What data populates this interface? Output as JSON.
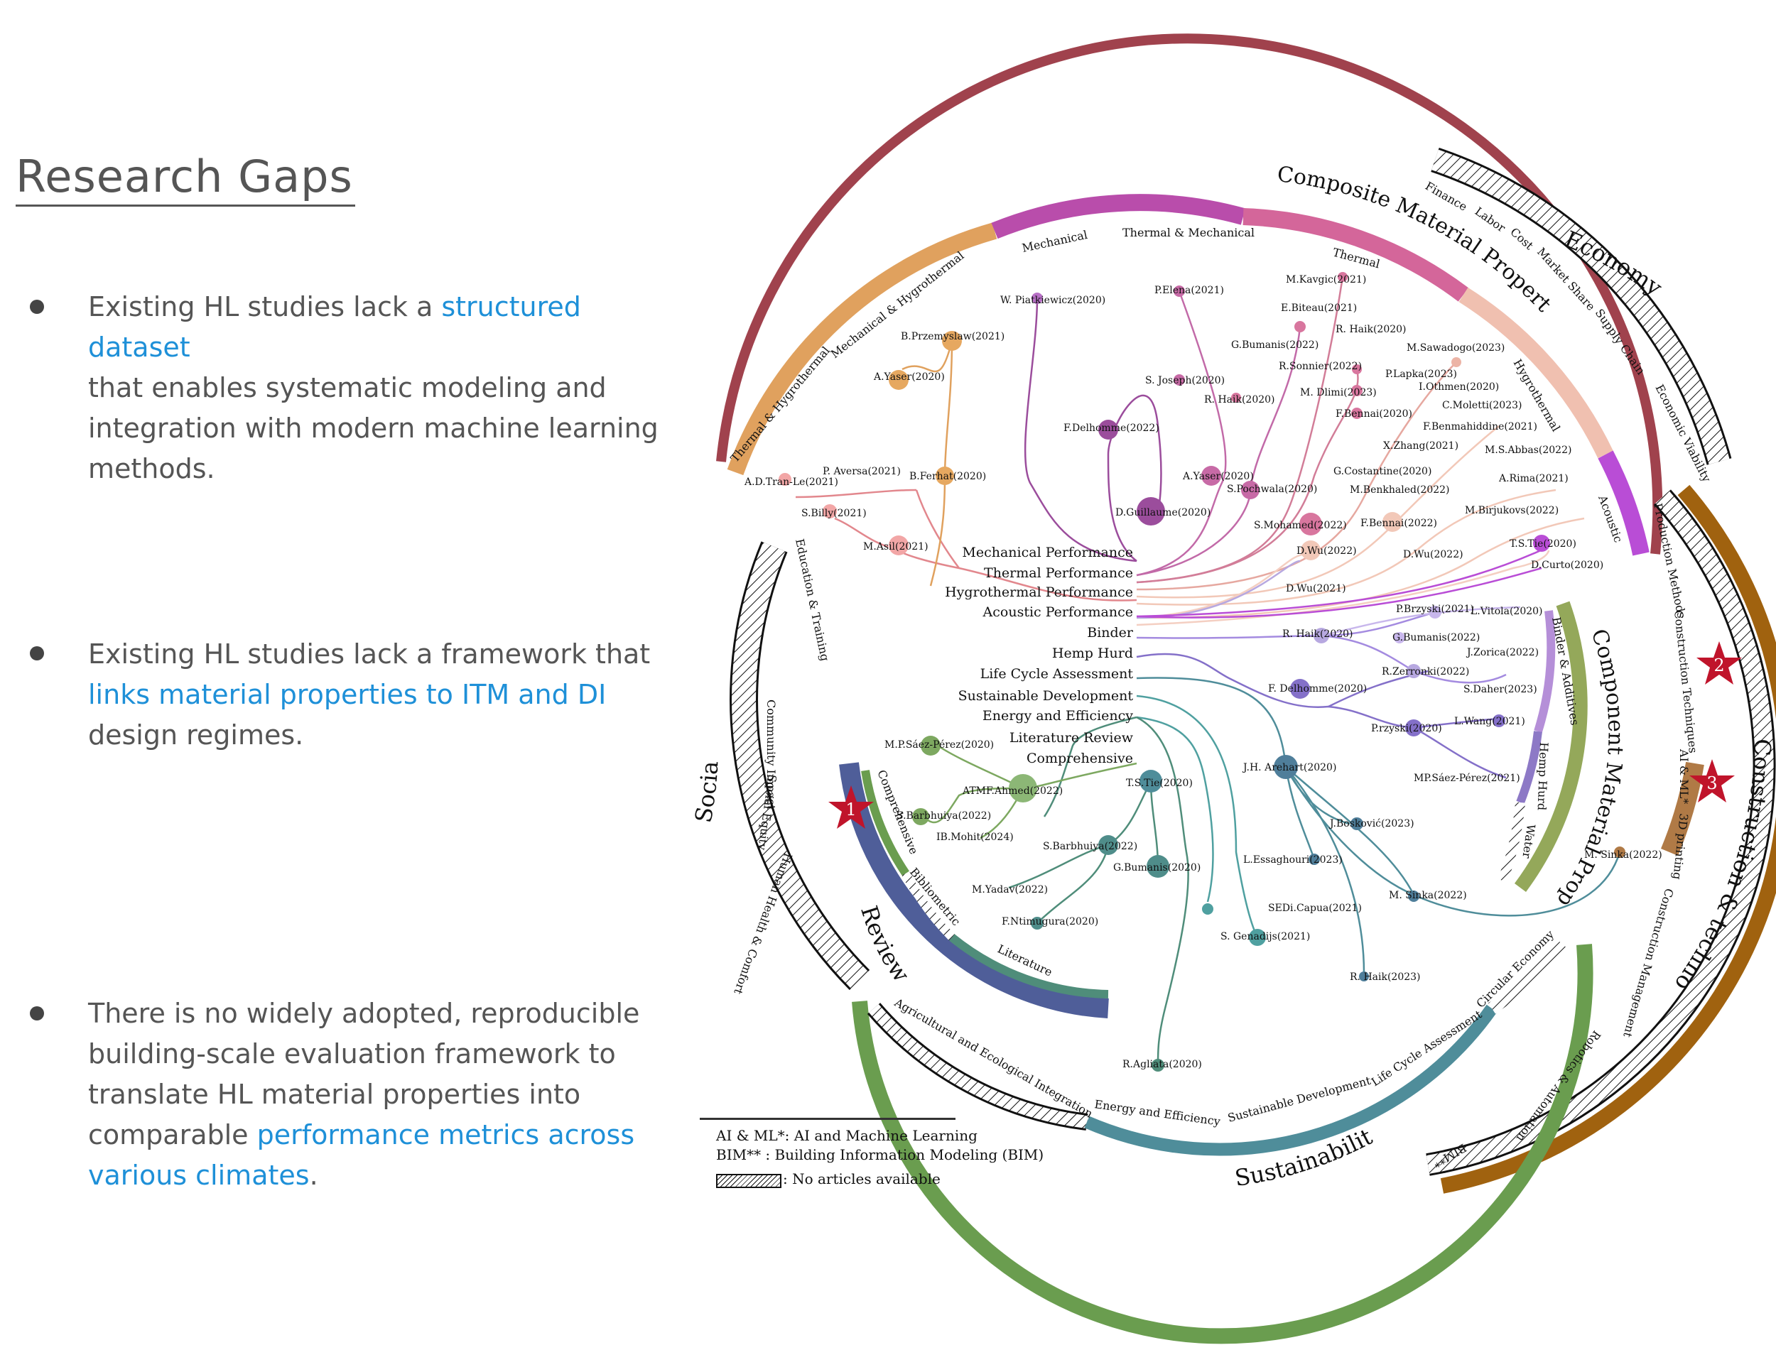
{
  "title": "Research Gaps",
  "bullets": [
    {
      "pre": "Existing HL studies lack a ",
      "hl": "structured dataset",
      "post": "",
      "l2": "that enables systematic modeling and",
      "l3": "integration with modern machine learning",
      "l4": "methods."
    },
    {
      "pre": "Existing HL studies lack a framework that",
      "hl2": "links material properties to ITM and DI",
      "l3": "design regimes."
    },
    {
      "l1": "There is no widely adopted, reproducible",
      "l2": "building-scale evaluation framework to",
      "l3": "translate HL material properties into",
      "pre4": "comparable ",
      "hl4": "performance metrics across",
      "hl5": "various climates",
      "post5": "."
    }
  ],
  "legend": {
    "ai": "AI & ML*: AI and Machine Learning",
    "bim": "BIM**    : Building Information Modeling (BIM)",
    "hatch": ": No articles available"
  },
  "colors": {
    "accent": "#1e90d8",
    "marker": "#c0142b"
  },
  "diagram": {
    "sectors": {
      "composite": "Composite Material Properties",
      "economy": "Economy",
      "construction": "Construction & technology",
      "component": "Component Material Properties",
      "sustainability": "Sustainability",
      "review": "Review",
      "social": "Social"
    },
    "sub": {
      "thm": "Thermal & Hygrothermal",
      "mh": "Mechanical & Hygrothermal",
      "mech": "Mechanical",
      "tm": "Thermal & Mechanical",
      "thermal": "Thermal",
      "hygro": "Hygrothermal",
      "acoustic": "Acoustic",
      "finance": "Finance",
      "labor": "Labor",
      "cost": "Cost",
      "market": "Market Share",
      "supply": "Supply Chain",
      "econv": "Economic Viability",
      "prod": "Production Methods",
      "constr": "Construction Techniques",
      "aiml": "AI & ML*",
      "print": "3D printing",
      "cm": "Construction Management",
      "robot": "Robotics & Automation",
      "bim": "BIM**",
      "binder": "Binder & Additives",
      "hh": "Hemp Hurd",
      "water": "Water",
      "circ": "Circular Economy",
      "lca": "Life Cycle Assessment",
      "sd": "Sustainable Development",
      "ee": "Energy and Efficiency",
      "agri": "Agricultural and Ecological Integration",
      "comp": "Comprehensive",
      "biblio": "Bibliometric",
      "lit": "Literature",
      "edu": "Education & Training",
      "ci": "Community Impact",
      "se": "Social Equity",
      "hhc": "Human Health & Comfort"
    },
    "center_labels": [
      "Mechanical Performance",
      "Thermal Performance",
      "Hygrothermal Performance",
      "Acoustic Performance",
      "Binder",
      "Hemp Hurd",
      "Life Cycle Assessment",
      "Sustainable Development",
      "Energy and Efficiency",
      "Literature Review",
      "Comprehensive"
    ],
    "stars": [
      "1",
      "2",
      "3"
    ],
    "nodes": [
      "W. Piatkiewicz(2020)",
      "P.Elena(2021)",
      "M.Kavgic(2021)",
      "B.Przemyslaw(2021)",
      "E.Biteau(2021)",
      "R. Haik(2020)",
      "G.Bumanis(2022)",
      "M.Sawadogo(2023)",
      "A.Yaser(2020)",
      "R.Sonnier(2022)",
      "P.Lapka(2023)",
      "S. Joseph(2020)",
      "I.Othmen(2020)",
      "M. Dlimi(2023)",
      "R. Haik(2020)",
      "C.Moletti(2023)",
      "F.Bennai(2020)",
      "F.Delhomme(2022)",
      "F.Benmahiddine(2021)",
      "X.Zhang(2021)",
      "M.S.Abbas(2022)",
      "P. Aversa(2021)",
      "B.Ferhat(2020)",
      "A.Yaser(2020)",
      "G.Costantine(2020)",
      "A.Rima(2021)",
      "A.D.Tran-Le(2021)",
      "S.Pochwala(2020)",
      "M.Benkhaled(2022)",
      "D.Guillaume(2020)",
      "M.Birjukovs(2022)",
      "S.Billy(2021)",
      "S.Mohamed(2022)",
      "F.Bennai(2022)",
      "T.S.Tie(2020)",
      "M.Asil(2021)",
      "D.Wu(2022)",
      "D.Wu(2022)",
      "D.Curto(2020)",
      "D.Wu(2021)",
      "P.Brzyski(2021)",
      "L.Vitola(2020)",
      "R. Haik(2020)",
      "G.Bumanis(2022)",
      "J.Zorica(2022)",
      "R.Zerronki(2022)",
      "F. Delhomme(2020)",
      "S.Daher(2023)",
      "L.Wang(2021)",
      "P.rzyski(2020)",
      "M.P.Sáez-Pérez(2020)",
      "J.H. Arehart(2020)",
      "T.S.Tie(2020)",
      "MP.Sáez-Pérez(2021)",
      "ATMF.Ahmed(2022)",
      "S.Barbhuiya(2022)",
      "J.Bosković(2023)",
      "IB.Mohit(2024)",
      "S.Barbhuiya(2022)",
      "M. Sinka(2022)",
      "G.Bumanis(2020)",
      "L.Essaghouri(2023)",
      "M.Yadav(2022)",
      "SEDi.Capua(2021)",
      "M. Sinka(2022)",
      "F.Ntimugura(2020)",
      "S. Genadijs(2021)",
      "R. Haik(2023)",
      "R.Agliata(2020)"
    ]
  }
}
